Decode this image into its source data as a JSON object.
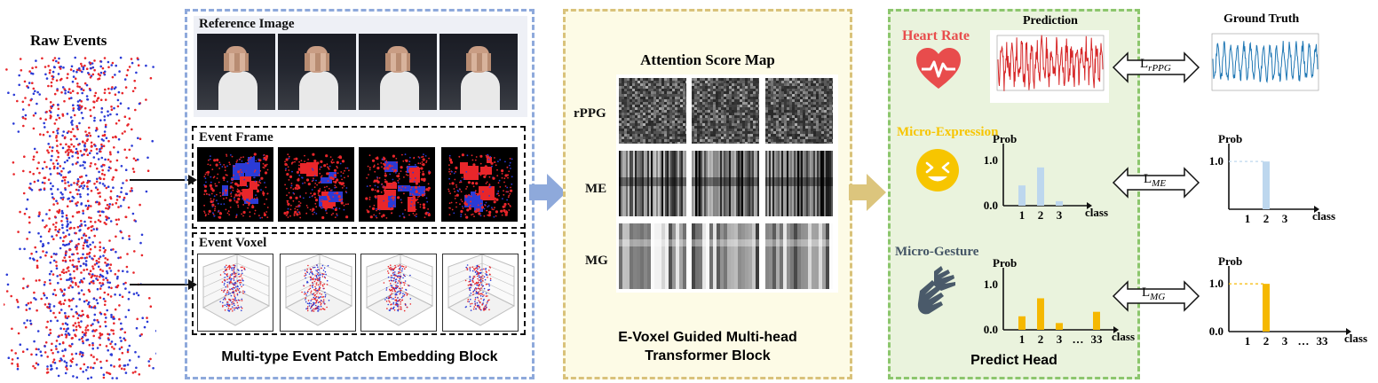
{
  "raw_events": {
    "title": "Raw Events"
  },
  "embedding_block": {
    "title": "Multi-type Event Patch Embedding Block",
    "reference_label": "Reference Image",
    "frame_label": "Event Frame",
    "voxel_label": "Event Voxel"
  },
  "transformer_block": {
    "title_line1": "E-Voxel Guided Multi-head",
    "title_line2": "Transformer Block",
    "map_title": "Attention Score Map",
    "rows": [
      "rPPG",
      "ME",
      "MG"
    ]
  },
  "predict_head": {
    "title": "Predict Head",
    "prediction_label": "Prediction",
    "ground_truth_label": "Ground Truth",
    "heart_rate_label": "Heart Rate",
    "micro_expression_label": "Micro-Expression",
    "micro_gesture_label": "Micro-Gesture",
    "loss_rppg": "L",
    "loss_rppg_sub": "rPPG",
    "loss_me": "L",
    "loss_me_sub": "ME",
    "loss_mg": "L",
    "loss_mg_sub": "MG",
    "prob_label": "Prob",
    "class_label": "class"
  },
  "colors": {
    "embedding_border": "#8ea9db",
    "transformer_border": "#d9c27a",
    "transformer_fill": "#fdfbe6",
    "predict_border": "#8cc66d",
    "predict_fill": "#eaf3dd",
    "heart_red": "#e84c4c",
    "me_yellow": "#f7c500",
    "me_bar": "#bdd7ee",
    "mg_bar": "#f5b800",
    "event_red": "#e8262a",
    "event_blue": "#2b3bd6"
  },
  "chart_data": [
    {
      "type": "bar",
      "name": "ME prediction",
      "categories": [
        "1",
        "2",
        "3"
      ],
      "values": [
        0.45,
        0.85,
        0.1
      ],
      "ylabel": "Prob",
      "xlabel": "class",
      "yticks": [
        "0.0",
        "1.0"
      ],
      "ylim": [
        0,
        1.3
      ]
    },
    {
      "type": "bar",
      "name": "ME ground truth",
      "categories": [
        "1",
        "2",
        "3"
      ],
      "values": [
        0,
        1.0,
        0
      ],
      "ylabel": "Prob",
      "xlabel": "class",
      "yticks": [
        "1.0"
      ],
      "ylim": [
        0,
        1.3
      ]
    },
    {
      "type": "bar",
      "name": "MG prediction",
      "categories": [
        "1",
        "2",
        "3",
        "…",
        "33"
      ],
      "values": [
        0.3,
        0.7,
        0.15,
        0,
        0.4
      ],
      "ylabel": "Prob",
      "xlabel": "class",
      "yticks": [
        "0.0",
        "1.0"
      ],
      "ylim": [
        0,
        1.3
      ]
    },
    {
      "type": "bar",
      "name": "MG ground truth",
      "categories": [
        "1",
        "2",
        "3",
        "…",
        "33"
      ],
      "values": [
        0,
        1.0,
        0,
        0,
        0
      ],
      "ylabel": "Prob",
      "xlabel": "class",
      "yticks": [
        "0.0",
        "1.0"
      ],
      "ylim": [
        0,
        1.3
      ]
    }
  ]
}
